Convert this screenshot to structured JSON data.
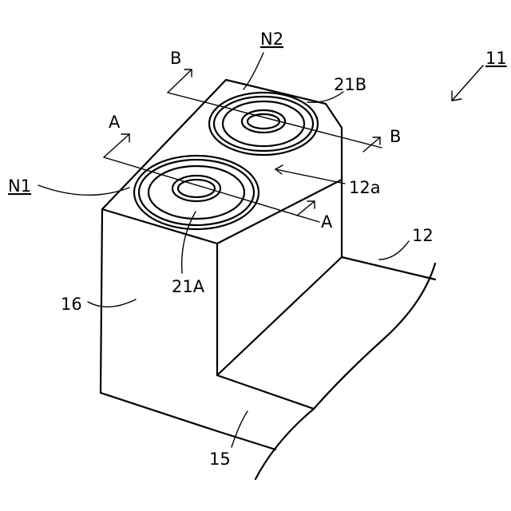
{
  "labels": {
    "fig_ref": "11",
    "n2": "N2",
    "b_top": "B",
    "b_right": "B",
    "ref_21b": "21B",
    "a_top": "A",
    "a_right": "A",
    "n1": "N1",
    "ref_12a": "12a",
    "ref_12": "12",
    "ref_21a": "21A",
    "ref_16": "16",
    "ref_15": "15"
  }
}
